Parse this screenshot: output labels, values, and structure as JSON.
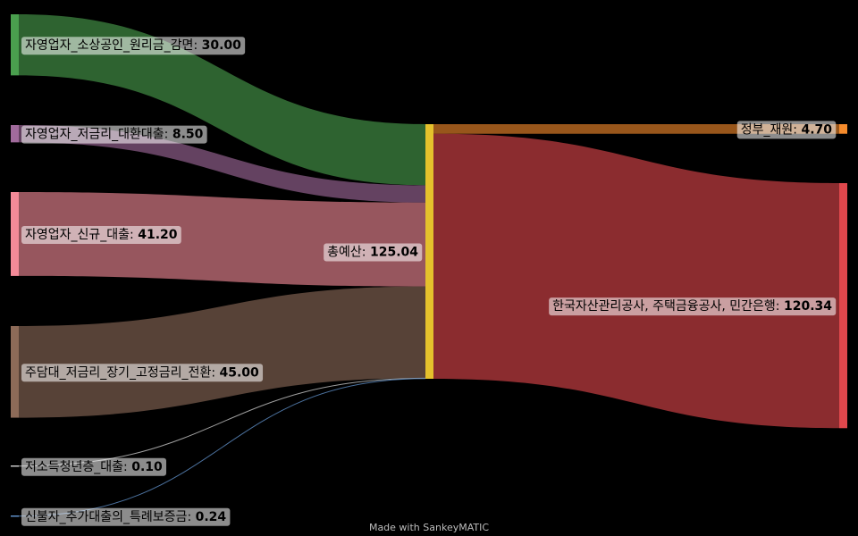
{
  "chart_data": {
    "type": "sankey",
    "total_label": "총예산",
    "sources": [
      {
        "name": "자영업자_소상공인_원리금_감면",
        "value": 30.0,
        "value_text": "30.00",
        "color": "#4a9f4e"
      },
      {
        "name": "자영업자_저금리_대환대출",
        "value": 8.5,
        "value_text": "8.50",
        "color": "#a16b9c"
      },
      {
        "name": "자영업자_신규_대출",
        "value": 41.2,
        "value_text": "41.20",
        "color": "#f48a98"
      },
      {
        "name": "주담대_저금리_장기_고정금리_전환",
        "value": 45.0,
        "value_text": "45.00",
        "color": "#8d6b58"
      },
      {
        "name": "저소득청년층_대출",
        "value": 0.1,
        "value_text": "0.10",
        "color": "#c7c7c7"
      },
      {
        "name": "신불자_추가대출의_특례보증금",
        "value": 0.24,
        "value_text": "0.24",
        "color": "#5f8fc7"
      }
    ],
    "middle": {
      "name": "총예산",
      "value": 125.04,
      "value_text": "125.04",
      "color": "#e5c12c"
    },
    "targets": [
      {
        "name": "정부_재원",
        "value": 4.7,
        "value_text": "4.70",
        "color": "#f58b2c"
      },
      {
        "name": "한국자산관리공사, 주택금융공사, 민간은행",
        "value": 120.34,
        "value_text": "120.34",
        "color": "#e0474c"
      }
    ]
  },
  "footer": {
    "credit": "Made with SankeyMATIC"
  }
}
